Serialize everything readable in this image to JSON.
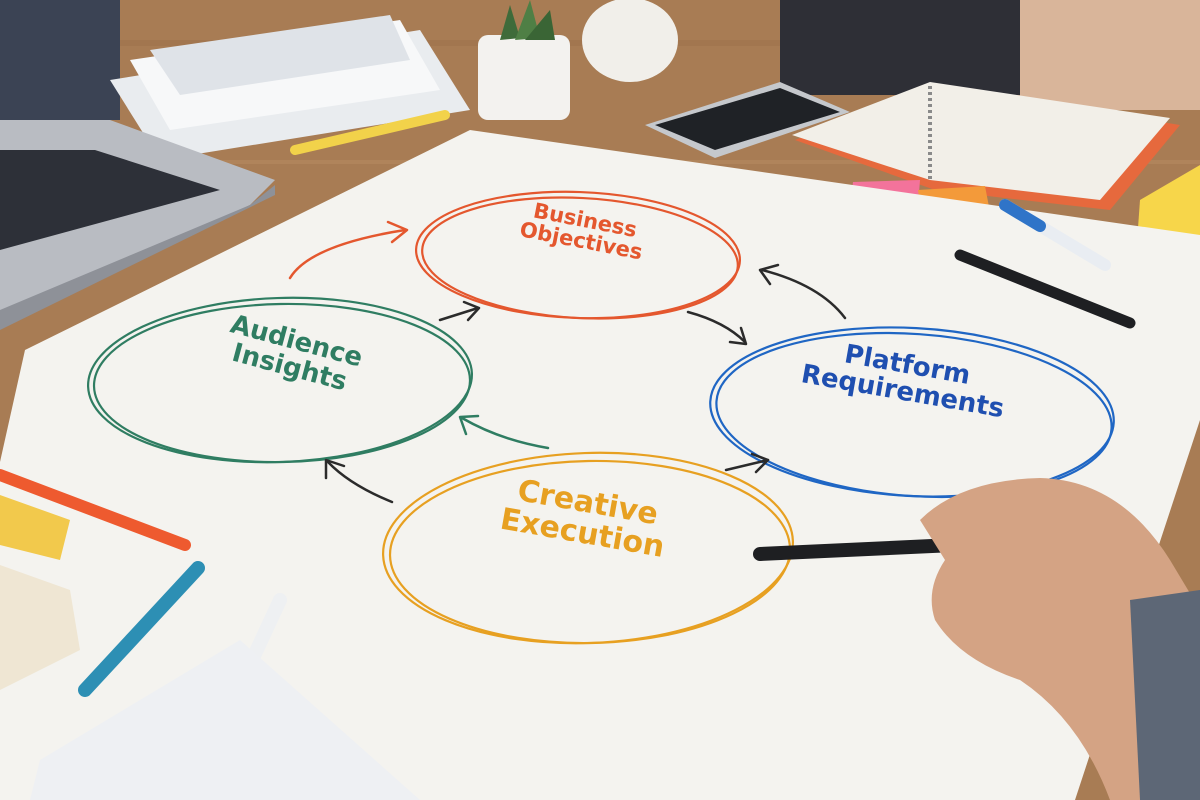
{
  "diagram": {
    "nodes": [
      {
        "id": "business",
        "lines": [
          "Business",
          "Objectives"
        ],
        "color": "#e4572e"
      },
      {
        "id": "platform",
        "lines": [
          "Platform",
          "Requirements"
        ],
        "color": "#1f4fb0"
      },
      {
        "id": "creative",
        "lines": [
          "Creative",
          "Execution"
        ],
        "color": "#e7a021"
      },
      {
        "id": "audience",
        "lines": [
          "Audience",
          "Insights"
        ],
        "color": "#2f7d62"
      }
    ],
    "arrow_color": "#2b2b2b"
  },
  "scene": {
    "table_color": "#a77a52",
    "paper_color": "#f4f3ef",
    "sticky_note_colors": [
      "#f3739b",
      "#7e62e8",
      "#f39a3a",
      "#f7d64a"
    ],
    "objects": [
      "laptop",
      "papers",
      "potted-plant",
      "coffee-cup",
      "smartphone",
      "spiral-notebook",
      "sticky-notes",
      "pens",
      "markers",
      "hand-with-pen"
    ]
  }
}
